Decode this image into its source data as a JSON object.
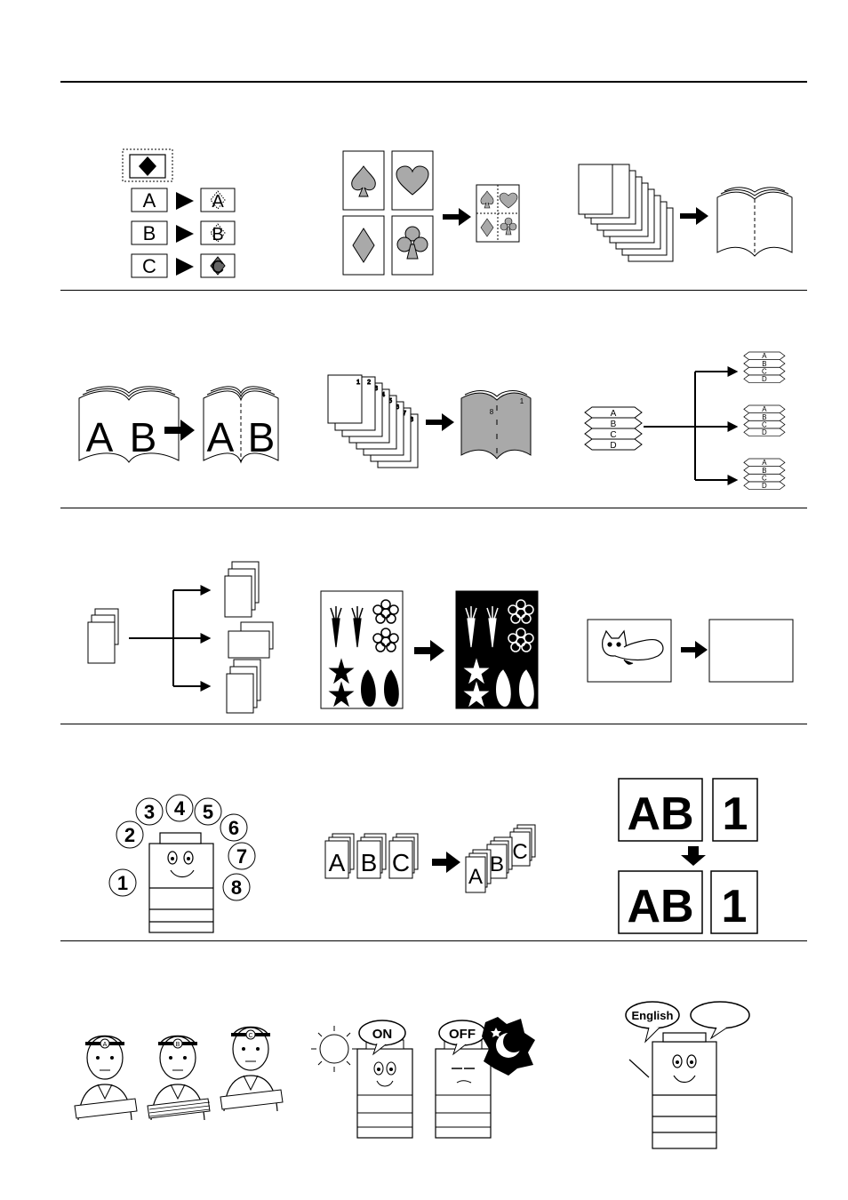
{
  "page": {
    "sections": 5,
    "accent": "#000000",
    "fill_gray": "#a9a9a9"
  },
  "row1": {
    "overlay": {
      "letters": [
        "A",
        "B",
        "C"
      ],
      "icon": "diamond-icon"
    },
    "combine": {
      "icons": [
        "spade-icon",
        "heart-icon",
        "diamond-icon",
        "club-icon"
      ]
    },
    "booklet": {}
  },
  "row2": {
    "book_split": {
      "left_letter": "A",
      "right_letter": "B"
    },
    "page_booklet": {
      "page_numbers": [
        "1",
        "2",
        "3",
        "4",
        "5",
        "6",
        "7",
        "8"
      ],
      "spread_left": "8",
      "spread_right": "1"
    },
    "sort_copies": {
      "letters": [
        "A",
        "B",
        "C",
        "D"
      ]
    }
  },
  "row3": {
    "distribute": {},
    "invert": {
      "icons": [
        "carrot-icon",
        "flower-icon",
        "eggplant-icon"
      ]
    },
    "mirror": {
      "icon": "cat-icon"
    }
  },
  "row4": {
    "numbered_steps": {
      "numbers": [
        "1",
        "2",
        "3",
        "4",
        "5",
        "6",
        "7",
        "8"
      ]
    },
    "batch": {
      "letters": [
        "A",
        "B",
        "C"
      ]
    },
    "repeat": {
      "text": "AB",
      "number": "1"
    }
  },
  "row5": {
    "users": {
      "badges": [
        "A",
        "B",
        "C"
      ]
    },
    "timer": {
      "on_label": "ON",
      "off_label": "OFF"
    },
    "language": {
      "label": "English",
      "empty_label": ""
    }
  }
}
